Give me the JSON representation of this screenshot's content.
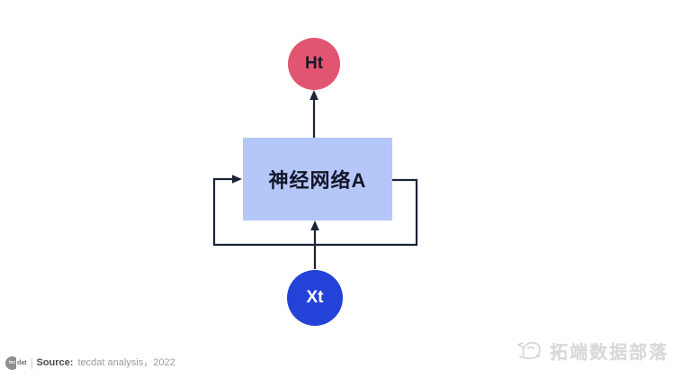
{
  "page": {
    "background": "#ffffff"
  },
  "diagram": {
    "line_color": "#1a2438",
    "nodes": {
      "ht": {
        "label": "Ht",
        "shape": "circle",
        "fill": "#e25570",
        "text_color": "#17172b"
      },
      "network": {
        "label": "神经网络A",
        "shape": "rectangle",
        "fill": "#b5c7f8",
        "text_color": "#131627"
      },
      "xt": {
        "label": "Xt",
        "shape": "circle",
        "fill": "#2343d8",
        "text_color": "#ffffff"
      }
    },
    "edges": [
      {
        "from": "network",
        "to": "ht",
        "type": "arrow-up"
      },
      {
        "from": "xt",
        "to": "network",
        "type": "arrow-up"
      },
      {
        "from": "network",
        "to": "network",
        "type": "feedback-loop-arrow"
      }
    ]
  },
  "footer": {
    "logo": {
      "circle_text": "tec",
      "suffix": "dat"
    },
    "source_label": "Source:",
    "source_text": "tecdat analysis，2022"
  },
  "watermark": {
    "icon": "boat-icon",
    "text": "拓端数据部落",
    "color": "#d9d9d9"
  }
}
